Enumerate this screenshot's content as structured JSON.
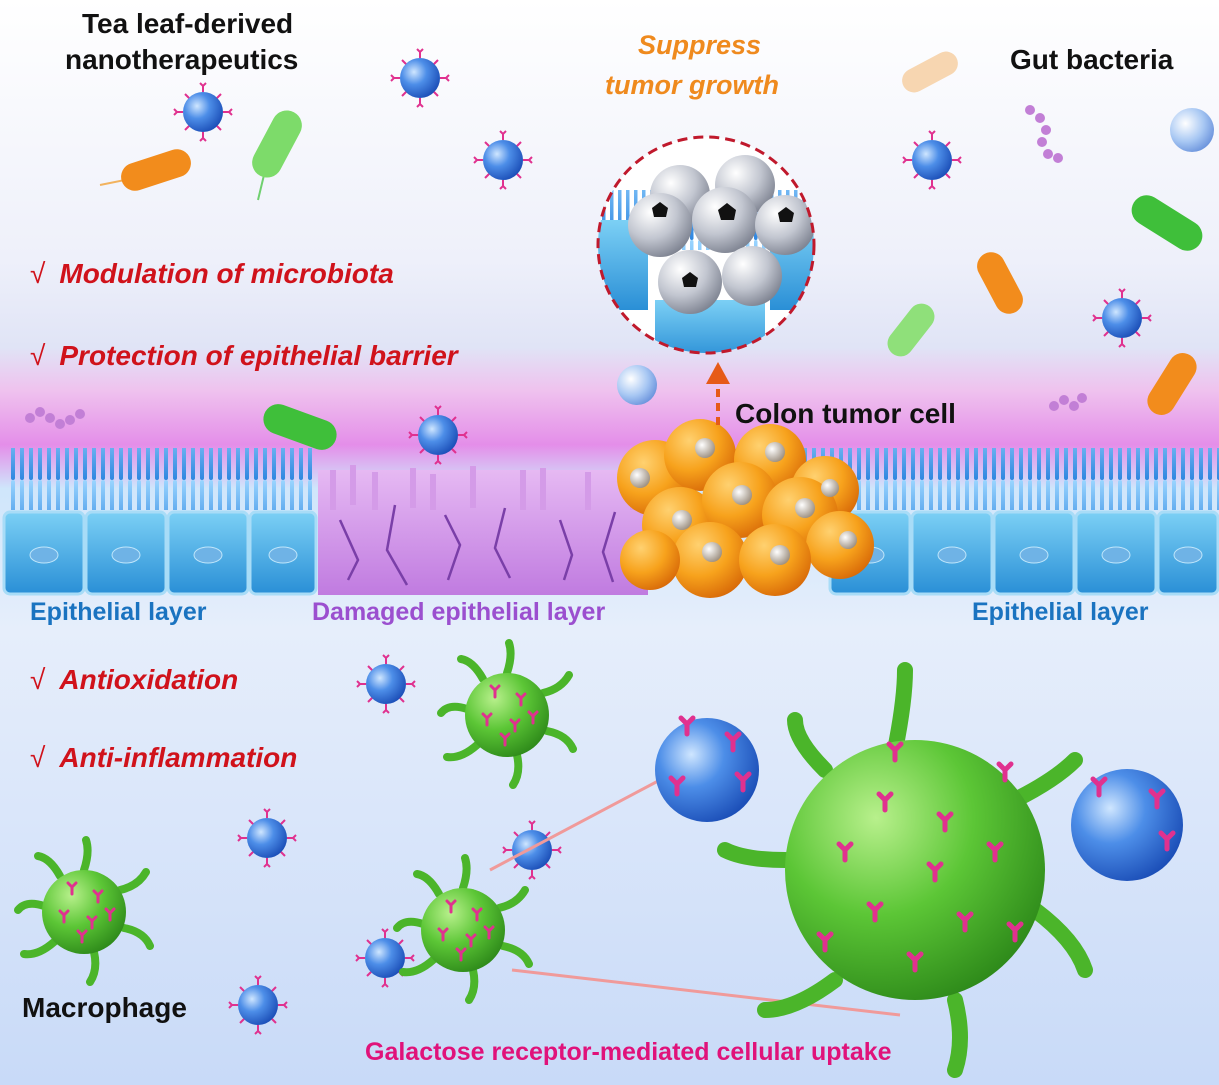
{
  "labels": {
    "tea_line1": "Tea leaf-derived",
    "tea_line2": "nanotherapeutics",
    "suppress_line1": "Suppress",
    "suppress_line2": "tumor growth",
    "gut_bacteria": "Gut bacteria",
    "colon_tumor_cell": "Colon tumor cell",
    "epithelial_left": "Epithelial layer",
    "epithelial_right": "Epithelial layer",
    "damaged_epithelial": "Damaged epithelial layer",
    "macrophage": "Macrophage",
    "galactose_uptake": "Galactose receptor-mediated cellular uptake"
  },
  "benefits": [
    {
      "check": "√",
      "text": "Modulation of microbiota"
    },
    {
      "check": "√",
      "text": "Protection of epithelial barrier"
    },
    {
      "check": "√",
      "text": "Antioxidation"
    },
    {
      "check": "√",
      "text": "Anti-inflammation"
    }
  ],
  "colors": {
    "benefit_text": "#d0121b",
    "epithelial_label": "#1a73c0",
    "damaged_label": "#9b4fcf",
    "suppress_label": "#ef8a1e",
    "uptake_label": "#e0127a",
    "nanoparticle": "#2c6fd6",
    "macrophage": "#5cc636",
    "receptor": "#e0318f",
    "tumor_cell": "#f7a21c"
  },
  "icons": [
    "nanoparticle-icon",
    "bacterium-icon",
    "macrophage-icon",
    "tumor-cell-icon",
    "epithelial-cell-icon",
    "magnifier-circle-icon",
    "arrow-up-icon"
  ]
}
